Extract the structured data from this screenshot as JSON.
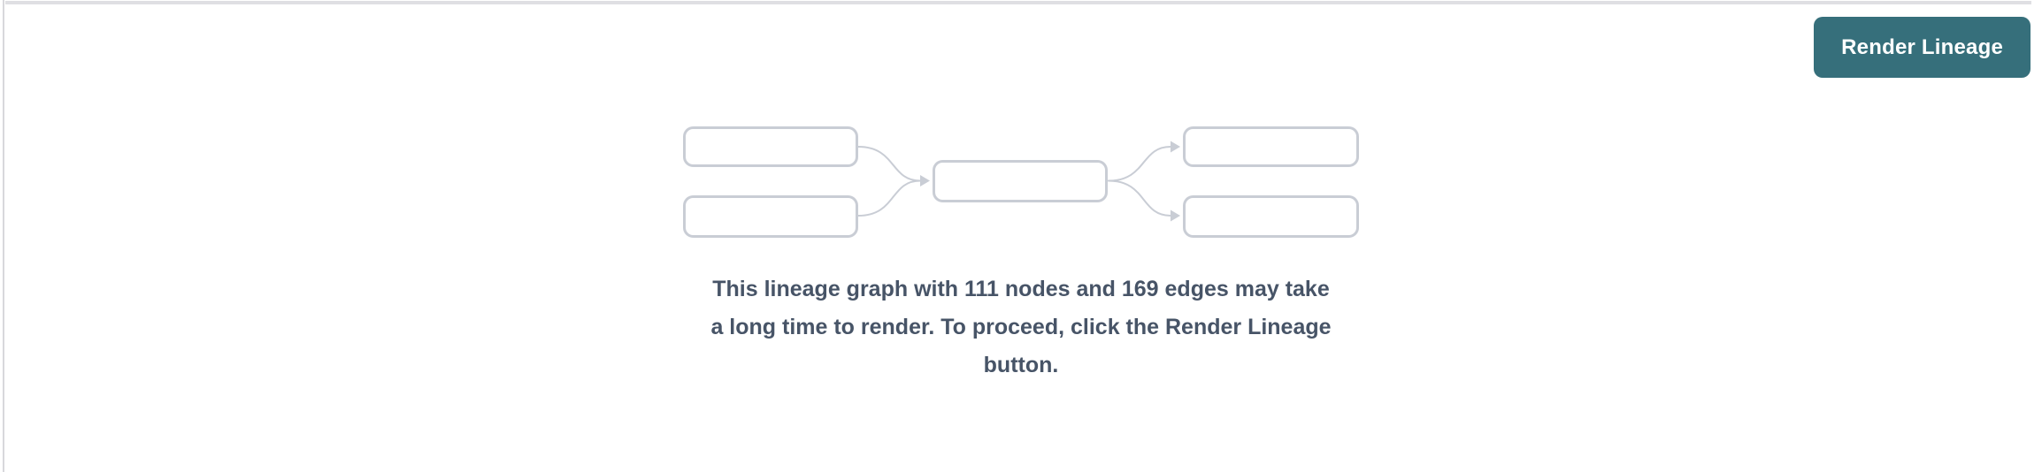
{
  "colors": {
    "button_bg": "#366F7B",
    "button_text": "#FFFFFF",
    "message_text": "#475467",
    "node_stroke": "#C9CDD5",
    "divider": "#DFDFE3"
  },
  "toolbar": {
    "render_button_label": "Render Lineage"
  },
  "placeholder": {
    "node_count": "111",
    "edge_count": "169",
    "message_full": "This lineage graph with 111 nodes and 169 edges may take a long time to render. To proceed, click the Render Lineage button.",
    "message_lines": [
      "This lineage graph with 111 nodes and 169 edges may take",
      "a long time to render. To proceed, click the Render Lineage",
      "button."
    ]
  }
}
